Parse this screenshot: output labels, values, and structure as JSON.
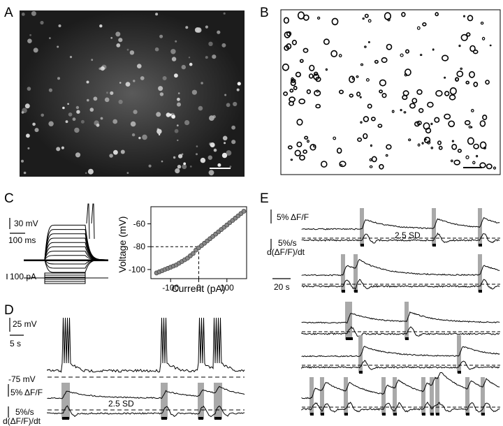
{
  "panels": {
    "A": {
      "label": "A"
    },
    "B": {
      "label": "B"
    },
    "C": {
      "label": "C",
      "scale_voltage": "30 mV",
      "scale_time": "100 ms",
      "scale_current": "100 pA",
      "chart_data": {
        "type": "scatter",
        "xlabel": "Current (pA)",
        "ylabel": "Voltage (mV)",
        "xlim": [
          -170,
          170
        ],
        "ylim": [
          -108,
          -45
        ],
        "xticks": [
          "-100",
          "0",
          "100"
        ],
        "yticks": [
          "-60",
          "-80",
          "-100"
        ],
        "x": [
          -150,
          -140,
          -130,
          -120,
          -110,
          -100,
          -90,
          -80,
          -70,
          -60,
          -50,
          -40,
          -30,
          -20,
          -10,
          0,
          10,
          20,
          30,
          40,
          50,
          60,
          70,
          80,
          90,
          100,
          110,
          120,
          130,
          140,
          150,
          160
        ],
        "y": [
          -103,
          -102,
          -101,
          -100,
          -99,
          -98,
          -97,
          -96,
          -94.5,
          -93,
          -91.5,
          -90,
          -88,
          -86,
          -83,
          -81,
          -79,
          -77,
          -75,
          -73,
          -71,
          -69,
          -67,
          -65,
          -63,
          -61,
          -59,
          -57,
          -55,
          -53,
          -51,
          -49
        ]
      }
    },
    "D": {
      "label": "D",
      "scale_voltage": "25 mV",
      "scale_time": "5 s",
      "baseline": "-75 mV",
      "dff_label": "5% ΔF/F",
      "deriv_scale": "5%/s",
      "deriv_label": "d(ΔF/F)/dt",
      "threshold": "2.5 SD"
    },
    "E": {
      "label": "E",
      "dff_label": "5% ΔF/F",
      "deriv_scale": "5%/s",
      "deriv_label": "d(ΔF/F)/dt",
      "threshold": "2.5 SD",
      "scale_time": "20 s"
    }
  }
}
